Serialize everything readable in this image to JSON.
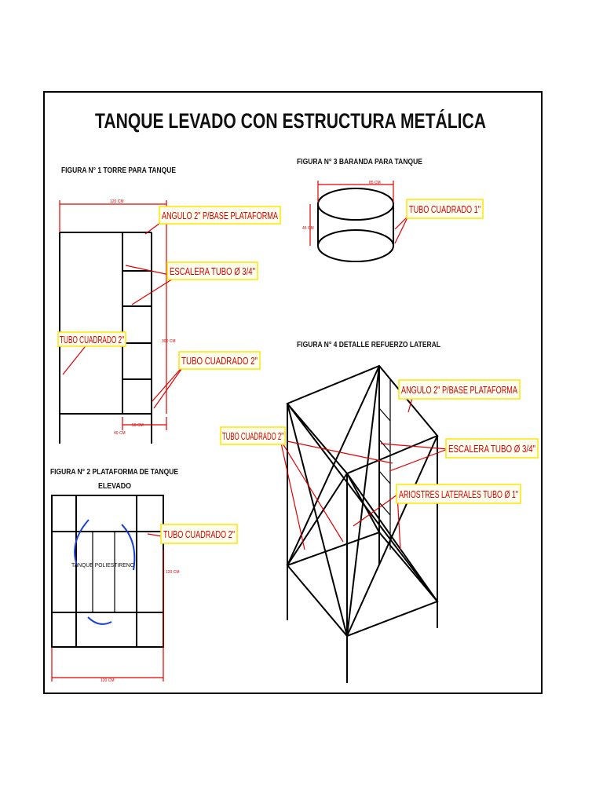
{
  "title": "TANQUE LEVADO CON ESTRUCTURA METÁLICA",
  "fig1": {
    "caption": "FIGURA N° 1 TORRE PARA TANQUE",
    "labels": {
      "angulo": "ANGULO 2\" P/BASE PLATAFORMA",
      "escalera": "ESCALERA TUBO Ø 3/4\"",
      "tubo_left": "TUBO CUADRADO 2\"",
      "tubo_right": "TUBO CUADRADO 2\""
    },
    "dims": {
      "top": "120 CM",
      "height": "300 CM",
      "bottom_a": "40 CM",
      "bottom_b": "50 CM"
    }
  },
  "fig2": {
    "caption_line1": "FIGURA N° 2 PLATAFORMA DE TANQUE",
    "caption_line2": "ELEVADO",
    "labels": {
      "tubo": "TUBO CUADRADO 2\"",
      "tanque": "TANQUE POLIESTIRENO"
    },
    "dims": {
      "right": "120 CM",
      "bottom": "120 CM"
    }
  },
  "fig3": {
    "caption": "FIGURA N° 3 BARANDA PARA TANQUE",
    "labels": {
      "tubo": "TUBO CUADRADO 1\""
    },
    "dims": {
      "top": "85 CM",
      "height": "45 CM"
    }
  },
  "fig4": {
    "caption": "FIGURA N° 4 DETALLE REFUERZO LATERAL",
    "labels": {
      "angulo": "ANGULO 2\" P/BASE PLATAFORMA",
      "tubo": "TUBO CUADRADO 2\"",
      "escalera": "ESCALERA TUBO Ø 3/4\"",
      "ariostres": "ARIOSTRES LATERALES TUBO Ø 1\""
    }
  },
  "colors": {
    "annotation": "#e00000",
    "label_border": "#ffe600",
    "line": "#000000",
    "tank_arc": "#1a3fd6"
  }
}
